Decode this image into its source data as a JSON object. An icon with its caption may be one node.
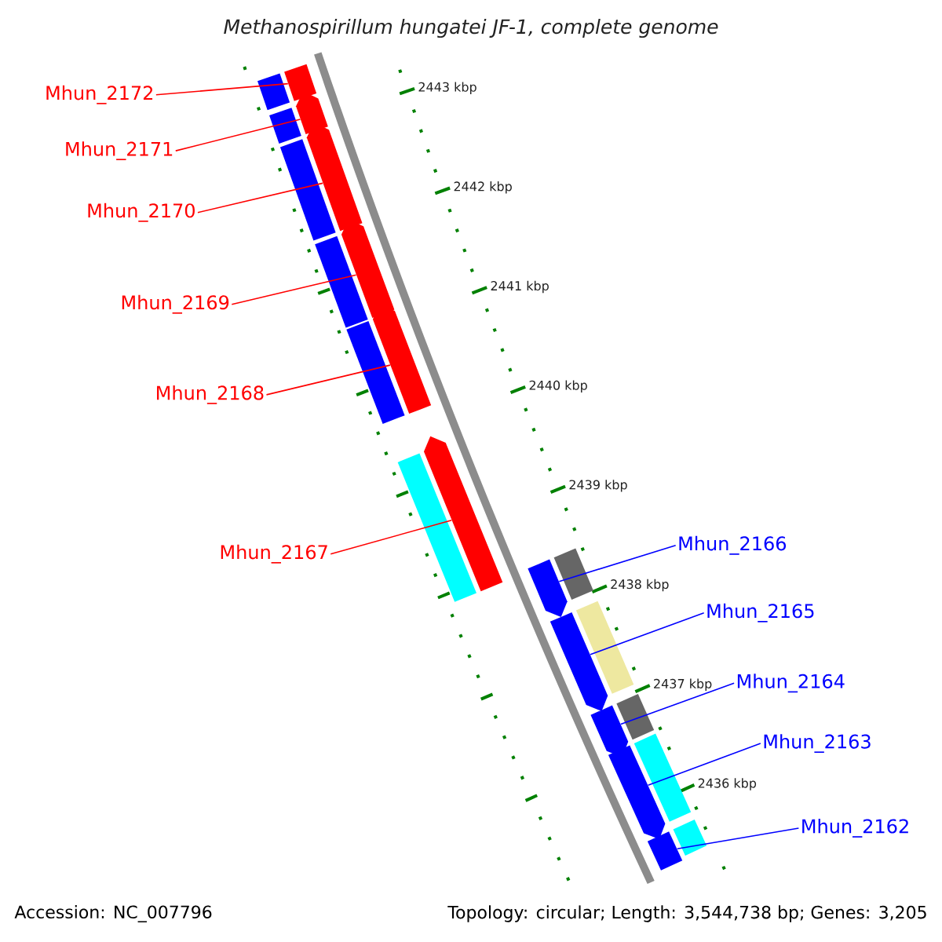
{
  "diagram": {
    "title": "Methanospirillum hungatei JF-1, complete genome",
    "nodes": [
      {
        "text": [
          "Mhun_2172"
        ]
      },
      {
        "text": [
          "Mhun_2171"
        ]
      },
      {
        "text": [
          "Mhun_2170"
        ]
      },
      {
        "text": [
          "Mhun_2169"
        ]
      },
      {
        "text": [
          "Mhun_2168"
        ]
      },
      {
        "text": [
          "Mhun_2167"
        ]
      },
      {
        "text": [
          "Mhun_2166"
        ]
      },
      {
        "text": [
          "Mhun_2165"
        ]
      },
      {
        "text": [
          "Mhun_2164"
        ]
      },
      {
        "text": [
          "Mhun_2163"
        ]
      },
      {
        "text": [
          "Mhun_2162"
        ]
      },
      {
        "text": [],
        "shape": "bar"
      },
      {
        "text": [],
        "shape": "bar"
      },
      {
        "text": [],
        "shape": "bar"
      },
      {
        "text": [],
        "shape": "bar"
      },
      {
        "text": [],
        "shape": "bar"
      },
      {
        "text": [],
        "shape": "bar"
      },
      {
        "text": [],
        "shape": "bar"
      },
      {
        "text": [],
        "shape": "bar"
      },
      {
        "text": [],
        "shape": "bar"
      },
      {
        "text": [],
        "shape": "bar"
      },
      {
        "text": [],
        "shape": "bar"
      },
      {
        "text": [],
        "shape": "bar"
      },
      {
        "text": [],
        "shape": "bar"
      },
      {
        "text": [],
        "shape": "bar"
      },
      {
        "text": [],
        "shape": "bar"
      },
      {
        "text": [],
        "shape": "bar"
      },
      {
        "text": [],
        "shape": "bar"
      },
      {
        "text": [],
        "shape": "bar"
      },
      {
        "text": [],
        "shape": "bar"
      },
      {
        "text": [],
        "shape": "bar"
      },
      {
        "text": [],
        "shape": "bar"
      },
      {
        "text": [],
        "shape": "bar"
      }
    ],
    "edges": [
      {
        "from": 0,
        "to": 11,
        "arrow": "none"
      },
      {
        "from": 1,
        "to": 12,
        "arrow": "none"
      },
      {
        "from": 2,
        "to": 13,
        "arrow": "none"
      },
      {
        "from": 3,
        "to": 14,
        "arrow": "none"
      },
      {
        "from": 4,
        "to": 15,
        "arrow": "none"
      },
      {
        "from": 5,
        "to": 16,
        "arrow": "none"
      },
      {
        "from": 6,
        "to": 17,
        "arrow": "none",
        "color": "#0000ff"
      },
      {
        "from": 7,
        "to": 18,
        "arrow": "none",
        "color": "#0000ff"
      },
      {
        "from": 8,
        "to": 19,
        "arrow": "none",
        "color": "#0000ff"
      },
      {
        "from": 9,
        "to": 20,
        "arrow": "none",
        "color": "#0000ff"
      },
      {
        "from": 10,
        "to": 21,
        "arrow": "none",
        "color": "#0000ff"
      }
    ],
    "labels": [
      "2443 kbp",
      "2442 kbp",
      "2441 kbp",
      "2440 kbp",
      "2439 kbp",
      "2438 kbp",
      "2437 kbp",
      "2436 kbp",
      "Accession: NC_007796",
      "Topology: circular; Length: 3,544,738 bp; Genes: 3,205"
    ]
  }
}
